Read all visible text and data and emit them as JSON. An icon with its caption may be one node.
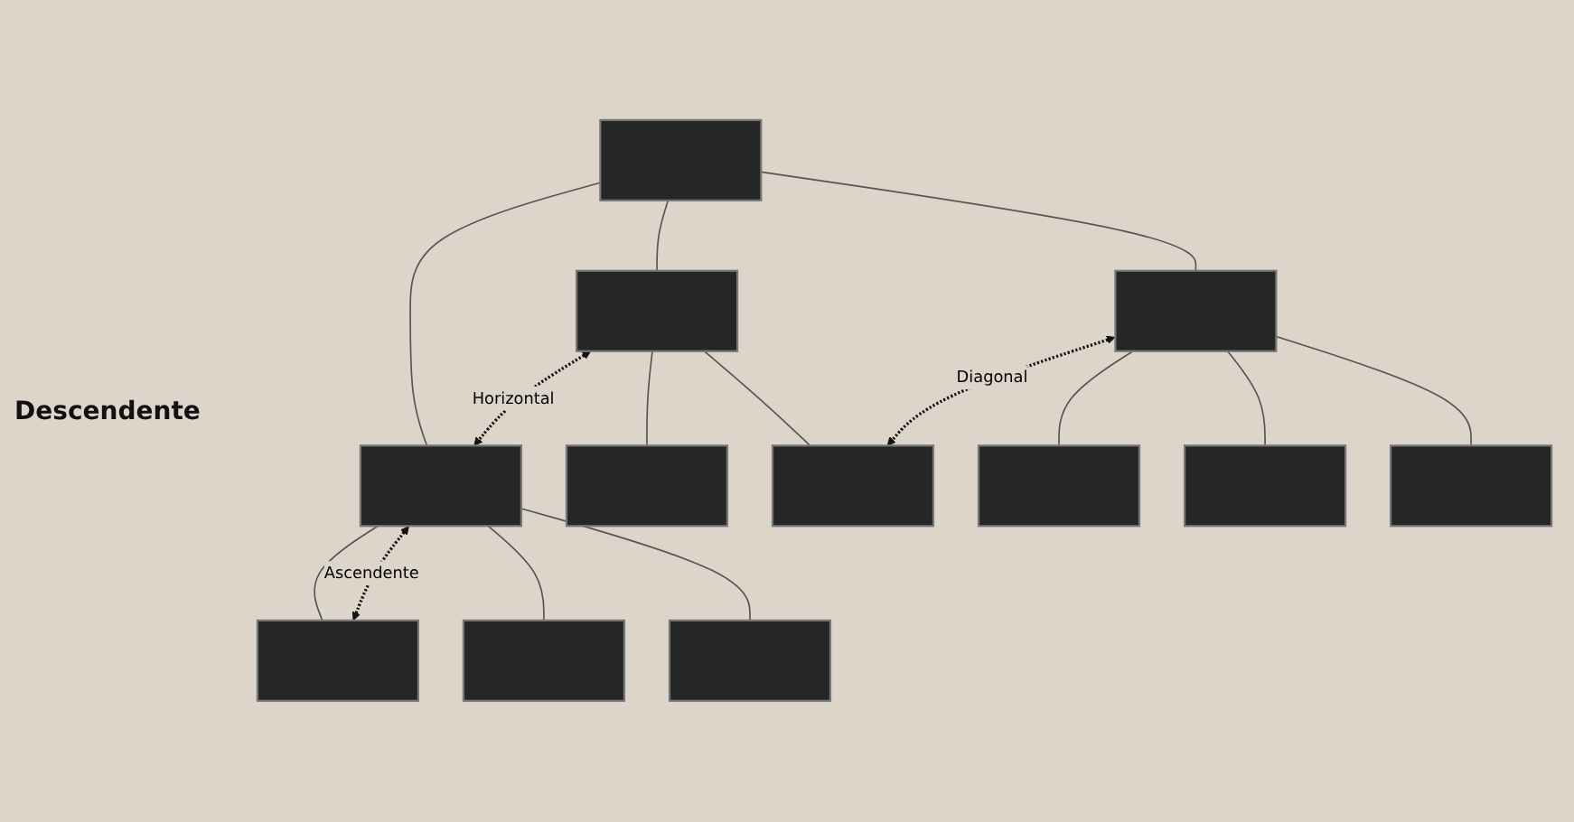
{
  "diagram": {
    "nodes": [
      {
        "text": [],
        "shape": "box"
      },
      {
        "text": [],
        "shape": "box"
      },
      {
        "text": [],
        "shape": "box"
      },
      {
        "text": [],
        "shape": "box"
      },
      {
        "text": [],
        "shape": "box"
      },
      {
        "text": [],
        "shape": "box"
      },
      {
        "text": [],
        "shape": "box"
      },
      {
        "text": [],
        "shape": "box"
      },
      {
        "text": [],
        "shape": "box"
      },
      {
        "text": [],
        "shape": "box"
      },
      {
        "text": [],
        "shape": "box"
      },
      {
        "text": [],
        "shape": "box"
      }
    ],
    "edges": [
      {
        "from": 0,
        "to": 1,
        "arrow": "none"
      },
      {
        "from": 0,
        "to": 2,
        "arrow": "none"
      },
      {
        "from": 0,
        "to": 3,
        "arrow": "none"
      },
      {
        "from": 1,
        "to": 4,
        "arrow": "none"
      },
      {
        "from": 1,
        "to": 5,
        "arrow": "none"
      },
      {
        "from": 1,
        "to": 6,
        "arrow": "none"
      },
      {
        "from": 2,
        "to": 7,
        "arrow": "none"
      },
      {
        "from": 2,
        "to": 8,
        "arrow": "none"
      },
      {
        "from": 3,
        "to": 9,
        "arrow": "none"
      },
      {
        "from": 3,
        "to": 10,
        "arrow": "none"
      },
      {
        "from": 3,
        "to": 11,
        "arrow": "none"
      },
      {
        "from": 1,
        "to": 2,
        "arrow": "both",
        "label": "Horizontal",
        "style": "dashed",
        "color": "#111111"
      },
      {
        "from": 1,
        "to": 4,
        "arrow": "both",
        "label": "Ascendente",
        "style": "dashed",
        "color": "#111111"
      },
      {
        "from": 8,
        "to": 3,
        "arrow": "both",
        "label": "Diagonal",
        "style": "dashed",
        "color": "#111111"
      }
    ],
    "labels": [
      "Descendente"
    ]
  }
}
